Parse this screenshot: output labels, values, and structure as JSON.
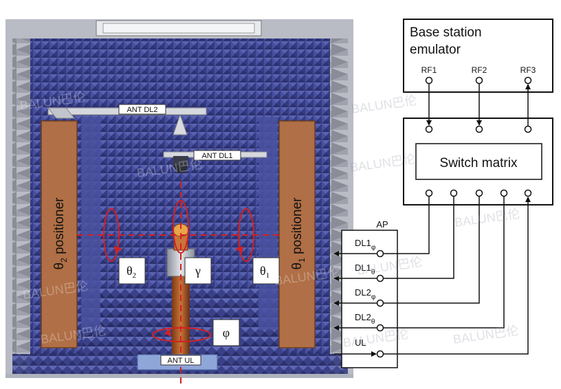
{
  "chamber": {
    "ant_dl2": "ANT DL2",
    "ant_dl1": "ANT DL1",
    "ant_ul": "ANT UL",
    "theta2_positioner": {
      "sym": "θ",
      "sub": "2",
      "text": " positioner"
    },
    "theta1_positioner": {
      "sym": "θ",
      "sub": "1",
      "text": " positioner"
    },
    "theta2_label": {
      "sym": "θ",
      "sub": "2"
    },
    "theta1_label": {
      "sym": "θ",
      "sub": "1"
    },
    "gamma_label": "γ",
    "phi_label": "φ"
  },
  "base_station": {
    "title_line1": "Base station",
    "title_line2": "emulator",
    "ports": [
      "RF1",
      "RF2",
      "RF3"
    ]
  },
  "switch_matrix": {
    "label": "Switch matrix"
  },
  "ap": {
    "title": "AP",
    "ports": [
      {
        "main": "DL1",
        "sub": "φ"
      },
      {
        "main": "DL1",
        "sub": "θ"
      },
      {
        "main": "DL2",
        "sub": "φ"
      },
      {
        "main": "DL2",
        "sub": "θ"
      },
      {
        "main": "UL",
        "sub": ""
      }
    ]
  },
  "watermark": "BALUN巴伦",
  "colors": {
    "absorber_blue": "#3e4590",
    "positioner_brown": "#b06f46",
    "rotation_red": "#d42020"
  }
}
